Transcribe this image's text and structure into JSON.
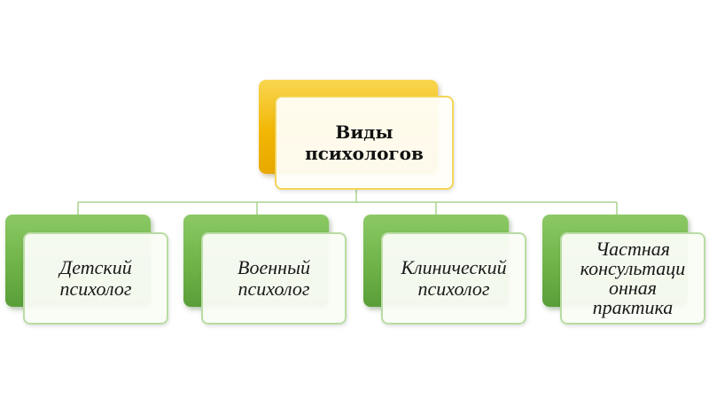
{
  "diagram": {
    "root": {
      "label_lines": [
        "Виды",
        "психологов"
      ],
      "color": "#f2b705"
    },
    "children": [
      {
        "label_lines": [
          "Детский",
          "психолог"
        ],
        "color": "#6fb348"
      },
      {
        "label_lines": [
          "Военный",
          "психолог"
        ],
        "color": "#6fb348"
      },
      {
        "label_lines": [
          "Клинический",
          "психолог"
        ],
        "color": "#6fb348"
      },
      {
        "label_lines": [
          "Частная",
          "консультаци",
          "онная",
          "практика"
        ],
        "color": "#6fb348"
      }
    ],
    "connector_color": "#a9d48e"
  }
}
